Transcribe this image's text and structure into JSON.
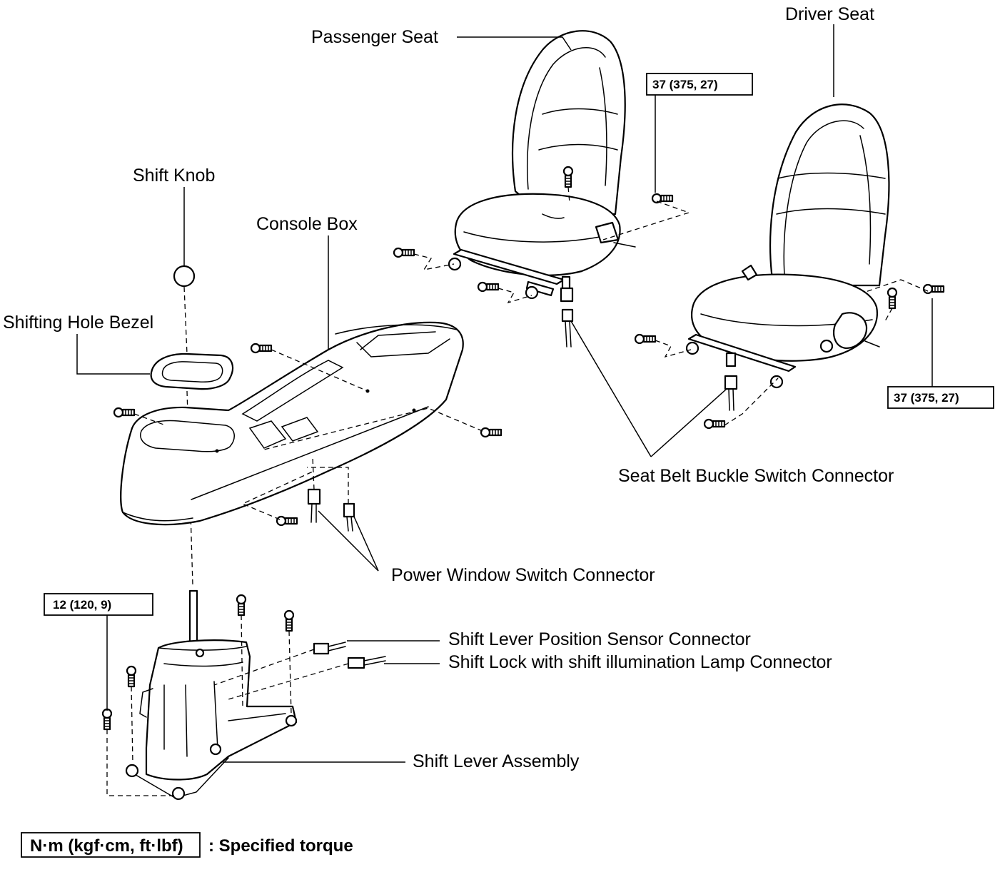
{
  "labels": {
    "passenger_seat": "Passenger Seat",
    "driver_seat": "Driver Seat",
    "shift_knob": "Shift Knob",
    "console_box": "Console Box",
    "shifting_hole_bezel": "Shifting Hole Bezel",
    "seat_belt_buckle_switch_connector": "Seat Belt Buckle Switch Connector",
    "power_window_switch_connector": "Power Window Switch Connector",
    "shift_lever_position_sensor_connector": "Shift Lever Position Sensor Connector",
    "shift_lock_lamp_connector": "Shift Lock with shift illumination Lamp Connector",
    "shift_lever_assembly": "Shift Lever Assembly"
  },
  "torque_specs": {
    "passenger_seat": "37 (375, 27)",
    "driver_seat": "37 (375, 27)",
    "shift_lever": "12 (120, 9)"
  },
  "legend": {
    "unit": "N·m (kgf·cm, ft·lbf)",
    "description": ": Specified torque"
  }
}
